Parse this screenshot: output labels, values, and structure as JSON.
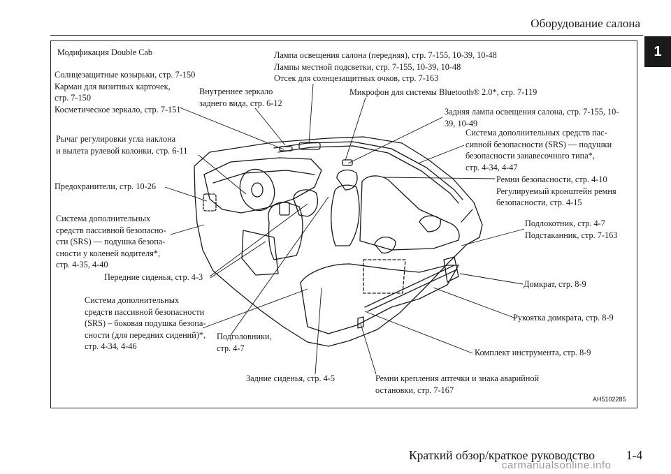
{
  "header": {
    "section_title": "Оборудование салона",
    "chapter_number": "1"
  },
  "figure": {
    "variant_label": "Модификация Double Cab",
    "figure_id": "AH5102285",
    "callouts": {
      "front_lamp": "Лампа освещения салона (передняя), стр. 7-155, 10-39, 10-48\nЛампы местной подсветки, стр. 7-155, 10-39, 10-48\nОтсек для солнцезащитных очков, стр. 7-163",
      "sun_visors": "Солнцезащитные козырьки, стр. 7-150\nКарман для визитных карточек,\nстр. 7-150\nКосметическое зеркало, стр. 7-151",
      "mirror": "Внутреннее зеркало\nзаднего вида, стр. 6-12",
      "microphone": "Микрофон для системы Bluetooth® 2.0*, стр. 7-119",
      "rear_lamp": "Задняя лампа освещения салона, стр. 7-155, 10-\n39, 10-49",
      "curtain_airbag": "Система дополнительных средств пас-\nсивной безопасности (SRS) — подушки\nбезопасности занавесочного типа*,\nстр. 4-34, 4-47",
      "steering_lever": "Рычаг регулировки угла наклона\nи вылета рулевой колонки, стр. 6-11",
      "fuses": "Предохранители, стр. 10-26",
      "belts": "Ремни безопасности, стр. 4-10\nРегулируемый кронштейн ремня\nбезопасности, стр. 4-15",
      "knee_airbag": "Система дополнительных\nсредств пассивной безопасно-\nсти (SRS) — подушка безопа-\nсности у коленей водителя*,\nстр. 4-35, 4-40",
      "armrest": "Подлокотник, стр. 4-7\nПодстаканник, стр. 7-163",
      "front_seats": "Передние сиденья, стр. 4-3",
      "jack": "Домкрат, стр. 8-9",
      "side_airbag": "Система дополнительных\nсредств пассивной безопасности\n(SRS) – боковая подушка безопа-\nсности (для передних сидений)*,\nстр. 4-34, 4-46",
      "headrests": "Подголовники,\nстр. 4-7",
      "jack_handle": "Рукоятка домкрата, стр. 8-9",
      "tool_kit": "Комплект инструмента, стр. 8-9",
      "rear_seats": "Задние сиденья, стр. 4-5",
      "kit_straps": "Ремни крепления аптечки и знака аварийной\nостановки, стр. 7-167"
    }
  },
  "footer": {
    "guide_title": "Краткий обзор/краткое руководство",
    "page_number": "1-4"
  },
  "watermark": "carmanualsonline.info"
}
